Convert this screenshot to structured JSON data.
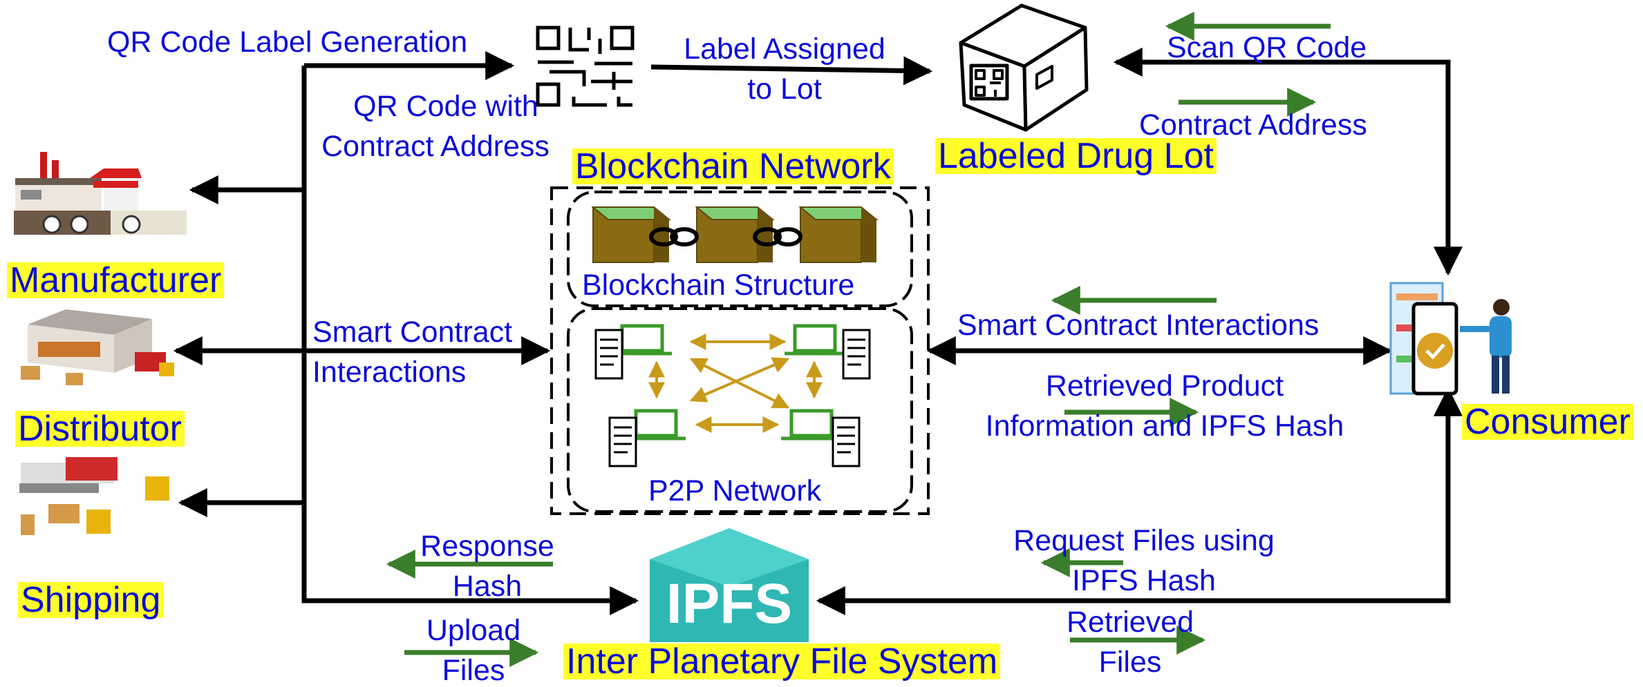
{
  "labels": {
    "qr_label_generation": "QR Code Label Generation",
    "label_assigned_l1": "Label Assigned",
    "label_assigned_l2": "to Lot",
    "scan_qr": "Scan QR Code",
    "contract_address": "Contract Address",
    "qr_with_contract_l1": "QR Code with",
    "qr_with_contract_l2": "Contract Address",
    "blockchain_network": "Blockchain Network",
    "labeled_drug_lot": "Labeled Drug Lot",
    "blockchain_structure": "Blockchain Structure",
    "p2p_network": "P2P Network",
    "smart_contract_left_l1": "Smart Contract",
    "smart_contract_left_l2": "Interactions",
    "smart_contract_right": "Smart Contract Interactions",
    "retrieved_info_l1": "Retrieved Product",
    "retrieved_info_l2": "Information and IPFS Hash",
    "request_files_l1": "Request Files using",
    "request_files_l2": "IPFS Hash",
    "retrieved_files_l1": "Retrieved",
    "retrieved_files_l2": "Files",
    "response_hash_l1": "Response",
    "response_hash_l2": "Hash",
    "upload_files_l1": "Upload",
    "upload_files_l2": "Files",
    "ipfs_logo": "IPFS",
    "ipfs_full": "Inter Planetary File System"
  },
  "actors": {
    "manufacturer": "Manufacturer",
    "distributor": "Distributor",
    "shipping": "Shipping",
    "consumer": "Consumer"
  },
  "colors": {
    "text": "#0b0bd8",
    "highlight": "#ffff2a",
    "flow_arrow": "#3a7d2a",
    "node_link": "#c99a1a",
    "block_top": "#7fce74",
    "block_side": "#8a6a12",
    "ipfs": "#2fb7b3"
  }
}
